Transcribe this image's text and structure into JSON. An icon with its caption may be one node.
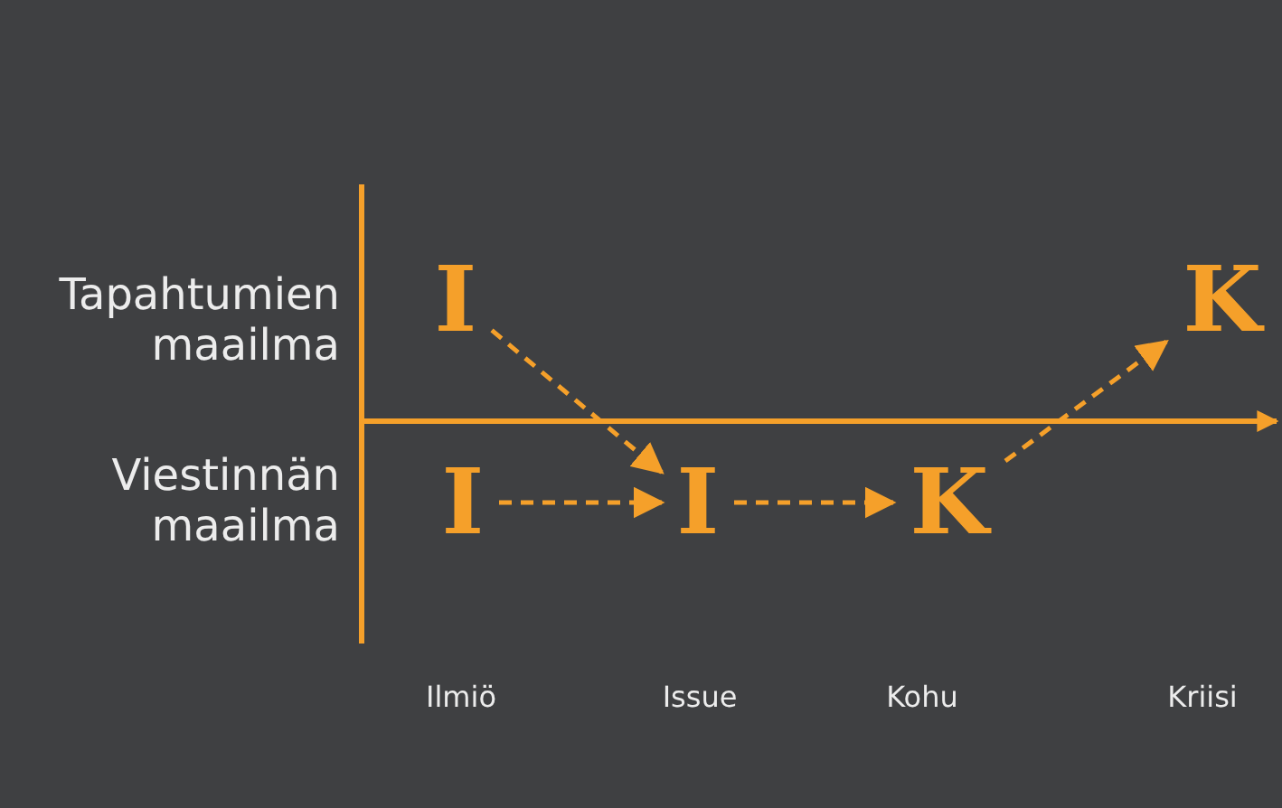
{
  "diagram": {
    "nodes": [
      {
        "text": [
          "I"
        ]
      },
      {
        "text": [
          "I"
        ]
      },
      {
        "text": [
          "I"
        ]
      },
      {
        "text": [
          "K"
        ]
      },
      {
        "text": [
          "K"
        ]
      }
    ],
    "edges": [
      {
        "from": 0,
        "to": 2,
        "arrow": "to",
        "style": "dashed"
      },
      {
        "from": 1,
        "to": 2,
        "arrow": "to",
        "style": "dashed"
      },
      {
        "from": 2,
        "to": 3,
        "arrow": "to",
        "style": "dashed"
      },
      {
        "from": 3,
        "to": 4,
        "arrow": "to",
        "style": "dashed"
      }
    ],
    "labels": [
      "Tapahtumien maailma",
      "Viestinnän maailma",
      "Ilmiö",
      "Issue",
      "Kohu",
      "Kriisi"
    ]
  }
}
